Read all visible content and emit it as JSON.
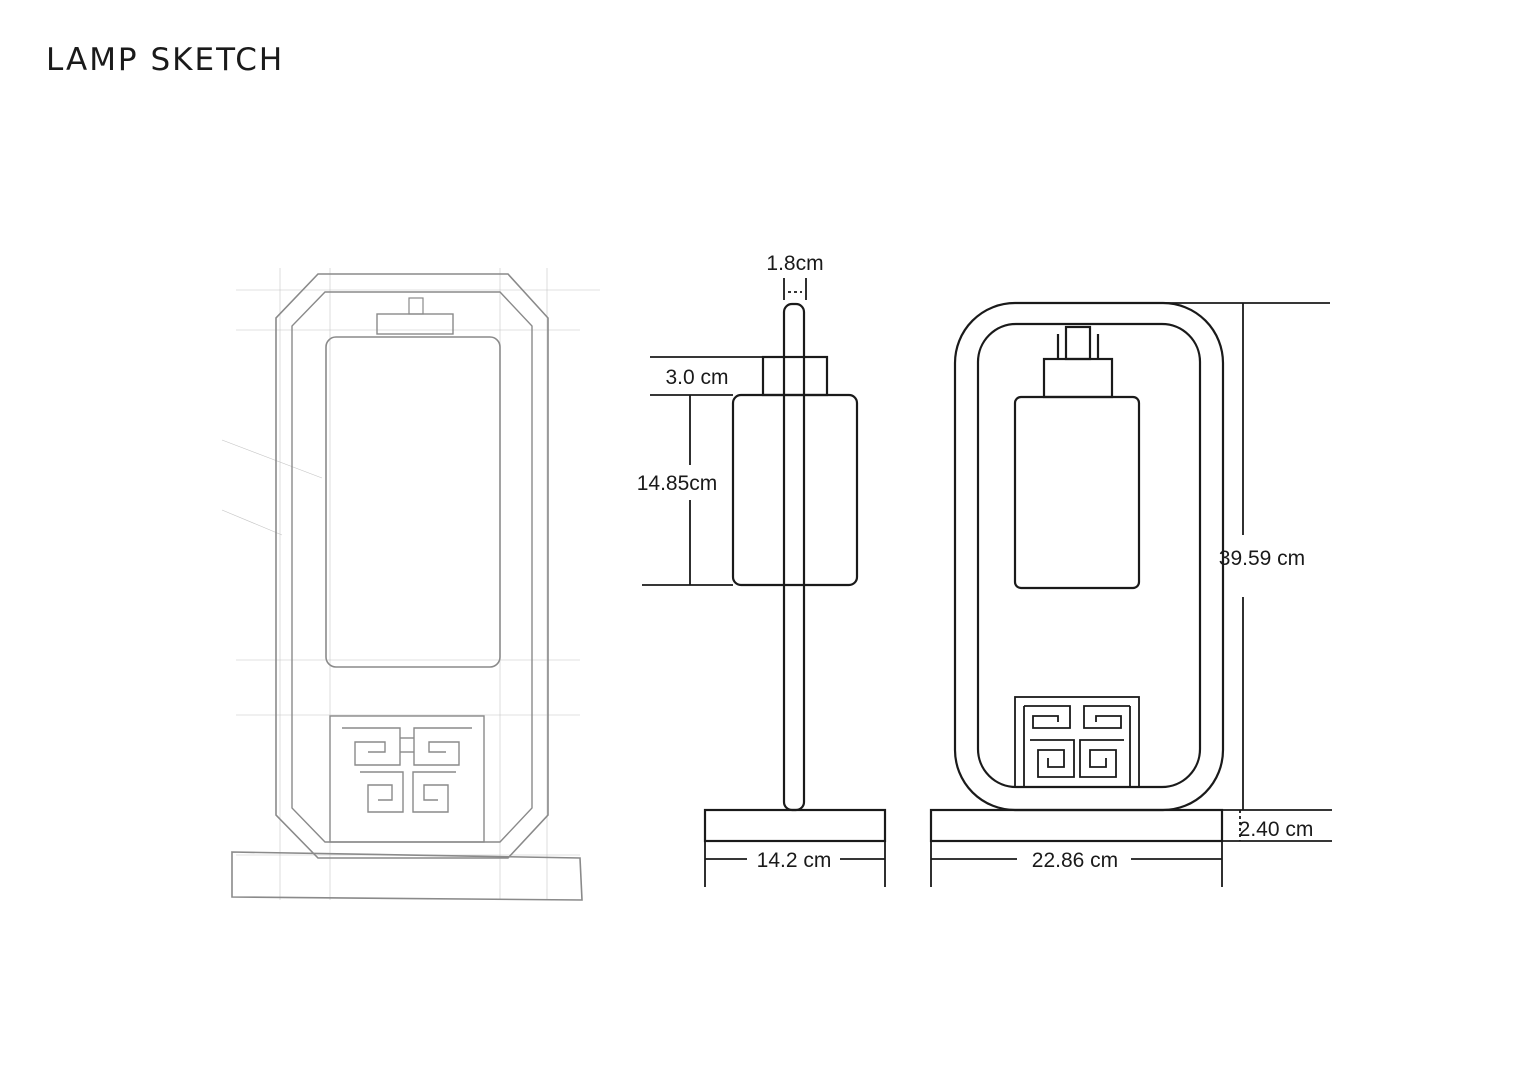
{
  "title": "LAMP SKETCH",
  "dimensions": {
    "rod_width": "1.8cm",
    "cap_height": "3.0 cm",
    "shade_height": "14.85cm",
    "side_base_width": "14.2 cm",
    "total_height": "39.59 cm",
    "base_height": "2.40 cm",
    "front_base_width": "22.86 cm"
  }
}
